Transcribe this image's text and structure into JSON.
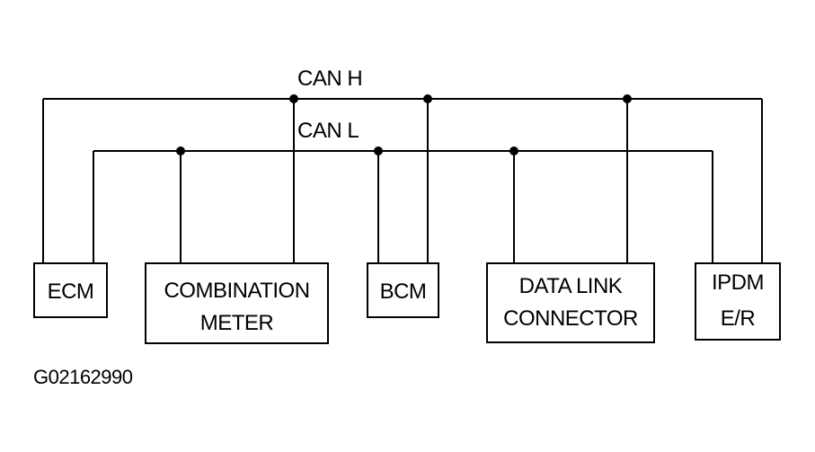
{
  "bus": {
    "can_h_label": "CAN H",
    "can_l_label": "CAN L"
  },
  "modules": {
    "ecm": {
      "line1": "ECM"
    },
    "combination_meter": {
      "line1": "COMBINATION",
      "line2": "METER"
    },
    "bcm": {
      "line1": "BCM"
    },
    "data_link_connector": {
      "line1": "DATA LINK",
      "line2": "CONNECTOR"
    },
    "ipdm": {
      "line1": "IPDM",
      "line2": "E/R"
    }
  },
  "figure_id": "G02162990"
}
